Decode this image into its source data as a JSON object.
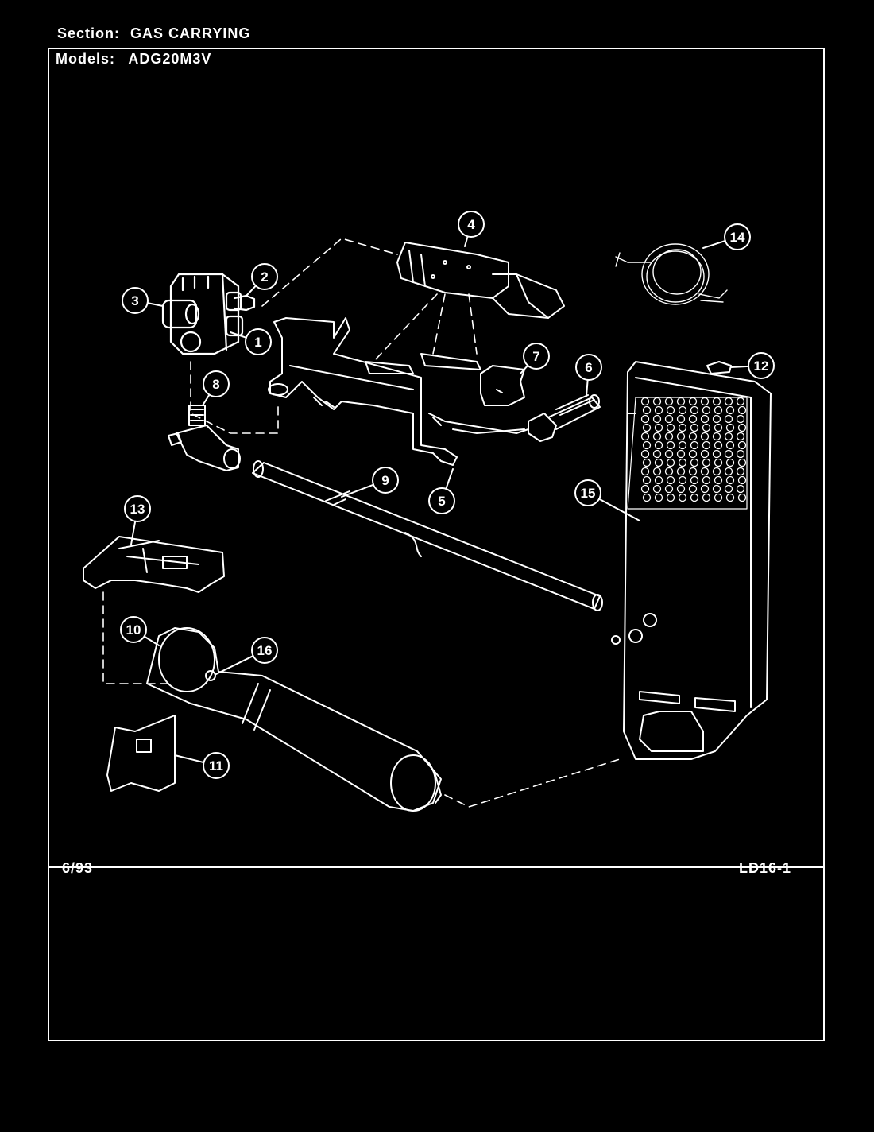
{
  "header": {
    "section_label": "Section:",
    "section_value": "GAS CARRYING",
    "models_label": "Models:",
    "models_value": "ADG20M3V"
  },
  "footer": {
    "date": "6/93",
    "code": "LD16-1"
  },
  "callouts": {
    "c1": "1",
    "c2": "2",
    "c3": "3",
    "c4": "4",
    "c5": "5",
    "c6": "6",
    "c7": "7",
    "c8": "8",
    "c9": "9",
    "c10": "10",
    "c11": "11",
    "c12": "12",
    "c13": "13",
    "c14": "14",
    "c15": "15",
    "c16": "16"
  }
}
